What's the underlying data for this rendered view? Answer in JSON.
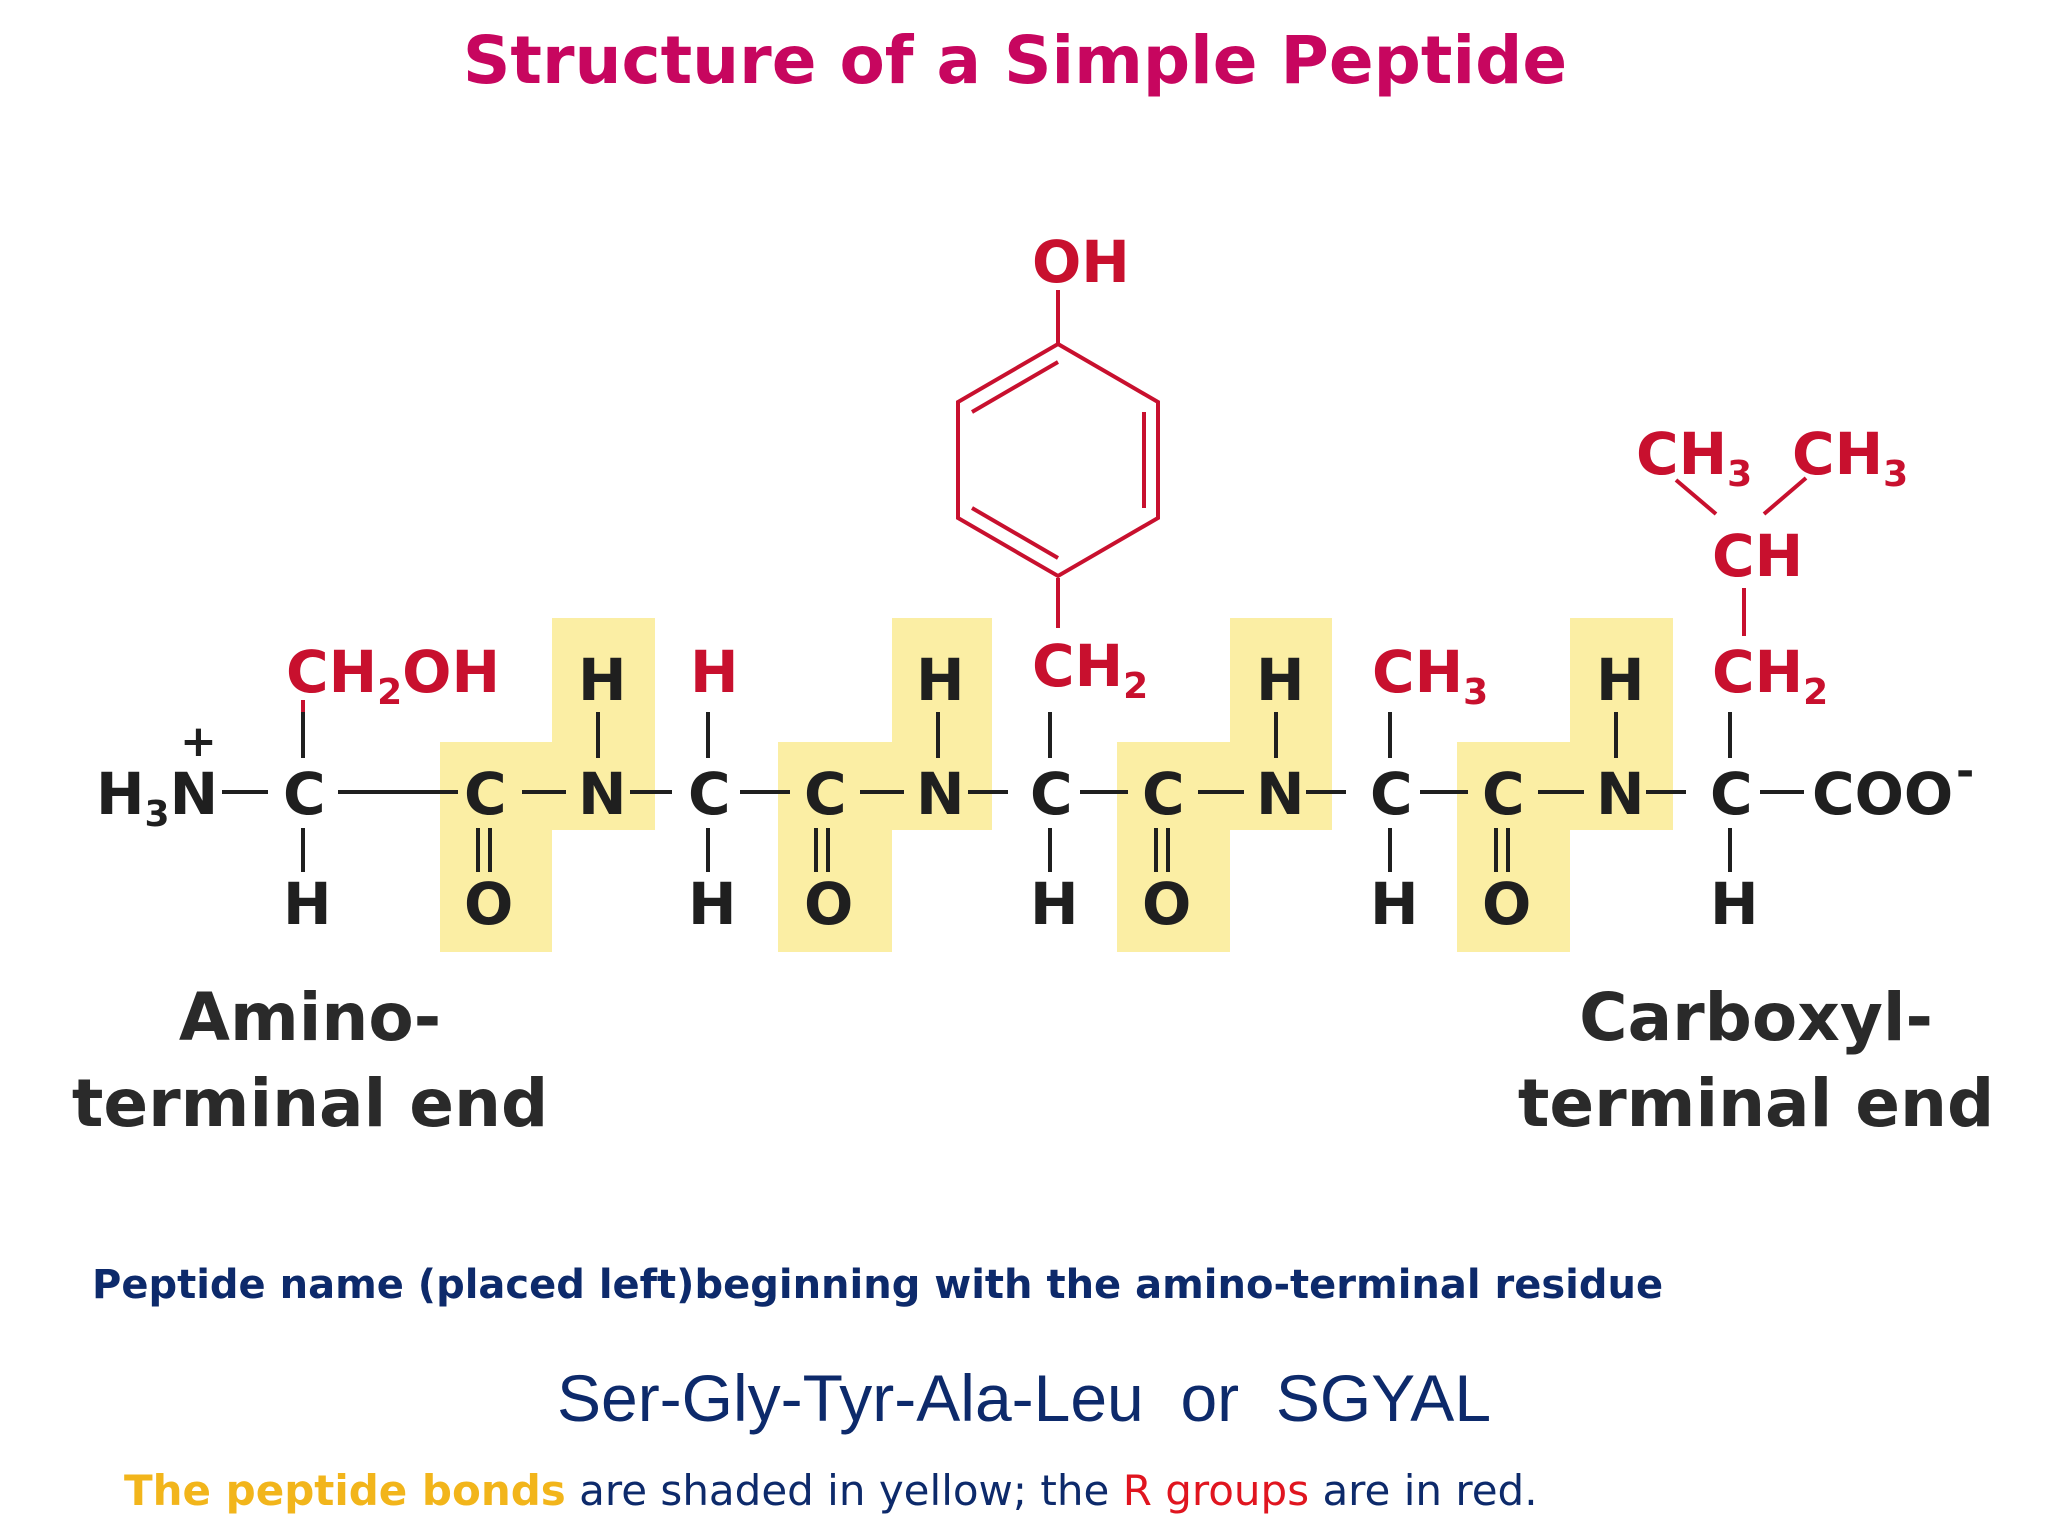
{
  "title": "Structure of a Simple Peptide",
  "colors": {
    "title": "#c7065f",
    "r_group": "#c8102e",
    "peptide_bond_shade": "#fbeea4",
    "backbone": "#1f1f1f",
    "note_text": "#0d2a6b",
    "yellow_text": "#f2b51b"
  },
  "backbone": {
    "n_terminus": "H",
    "n_terminus_sub": "3",
    "n_terminus_atom": "N",
    "plus_charge": "+",
    "c_terminus": "COO",
    "minus_charge": "-"
  },
  "atoms": {
    "carbon": "C",
    "nitrogen": "N",
    "hydrogen": "H",
    "oxygen": "O"
  },
  "r_groups": {
    "ser": {
      "text": "CH",
      "sub": "2",
      "tail": "OH"
    },
    "gly": "H",
    "tyr": {
      "ch2": "CH",
      "sub": "2",
      "oh": "OH"
    },
    "ala": {
      "text": "CH",
      "sub": "3"
    },
    "leu": {
      "ch2": "CH",
      "ch2_sub": "2",
      "ch": "CH",
      "ch3_left": "CH",
      "ch3_left_sub": "3",
      "ch3_right": "CH",
      "ch3_right_sub": "3"
    }
  },
  "labels": {
    "amino_line1": "Amino-",
    "amino_line2": "terminal end",
    "carboxyl_line1": "Carboxyl-",
    "carboxyl_line2": "terminal end"
  },
  "notes": {
    "naming": "Peptide name (placed left)beginning with the amino-terminal residue",
    "sequence_long": "Ser-Gly-Tyr-Ala-Leu",
    "sequence_or": "or",
    "sequence_short": "SGYAL",
    "shade_part1": "The peptide bonds",
    "shade_part2": " are shaded in yellow;  the ",
    "shade_part3": "R groups",
    "shade_part4": " are in red."
  }
}
